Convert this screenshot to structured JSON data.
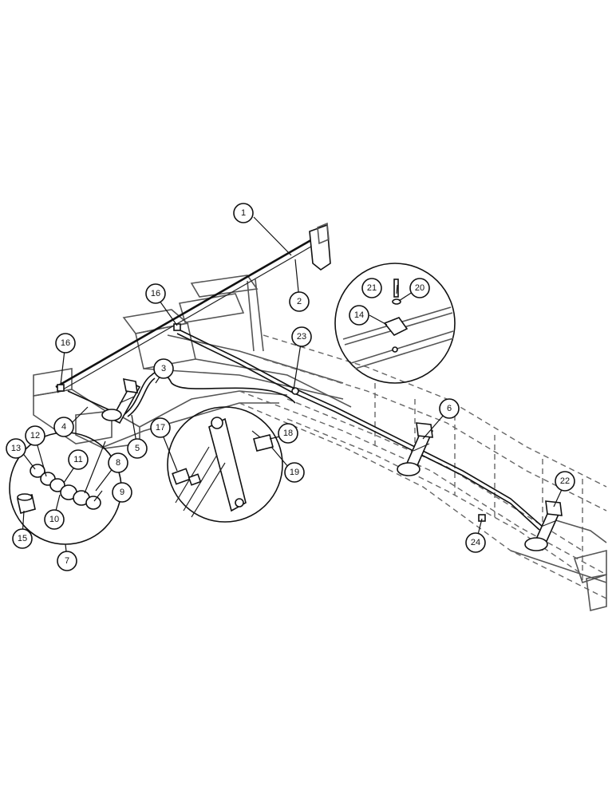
{
  "callouts": [
    {
      "label": "1"
    },
    {
      "label": "2"
    },
    {
      "label": "3"
    },
    {
      "label": "4"
    },
    {
      "label": "5"
    },
    {
      "label": "6"
    },
    {
      "label": "7"
    },
    {
      "label": "8"
    },
    {
      "label": "9"
    },
    {
      "label": "10"
    },
    {
      "label": "11"
    },
    {
      "label": "12"
    },
    {
      "label": "13"
    },
    {
      "label": "14"
    },
    {
      "label": "15"
    },
    {
      "label": "16"
    },
    {
      "label": "16"
    },
    {
      "label": "17"
    },
    {
      "label": "18"
    },
    {
      "label": "19"
    },
    {
      "label": "20"
    },
    {
      "label": "21"
    },
    {
      "label": "22"
    },
    {
      "label": "23"
    },
    {
      "label": "24"
    }
  ]
}
